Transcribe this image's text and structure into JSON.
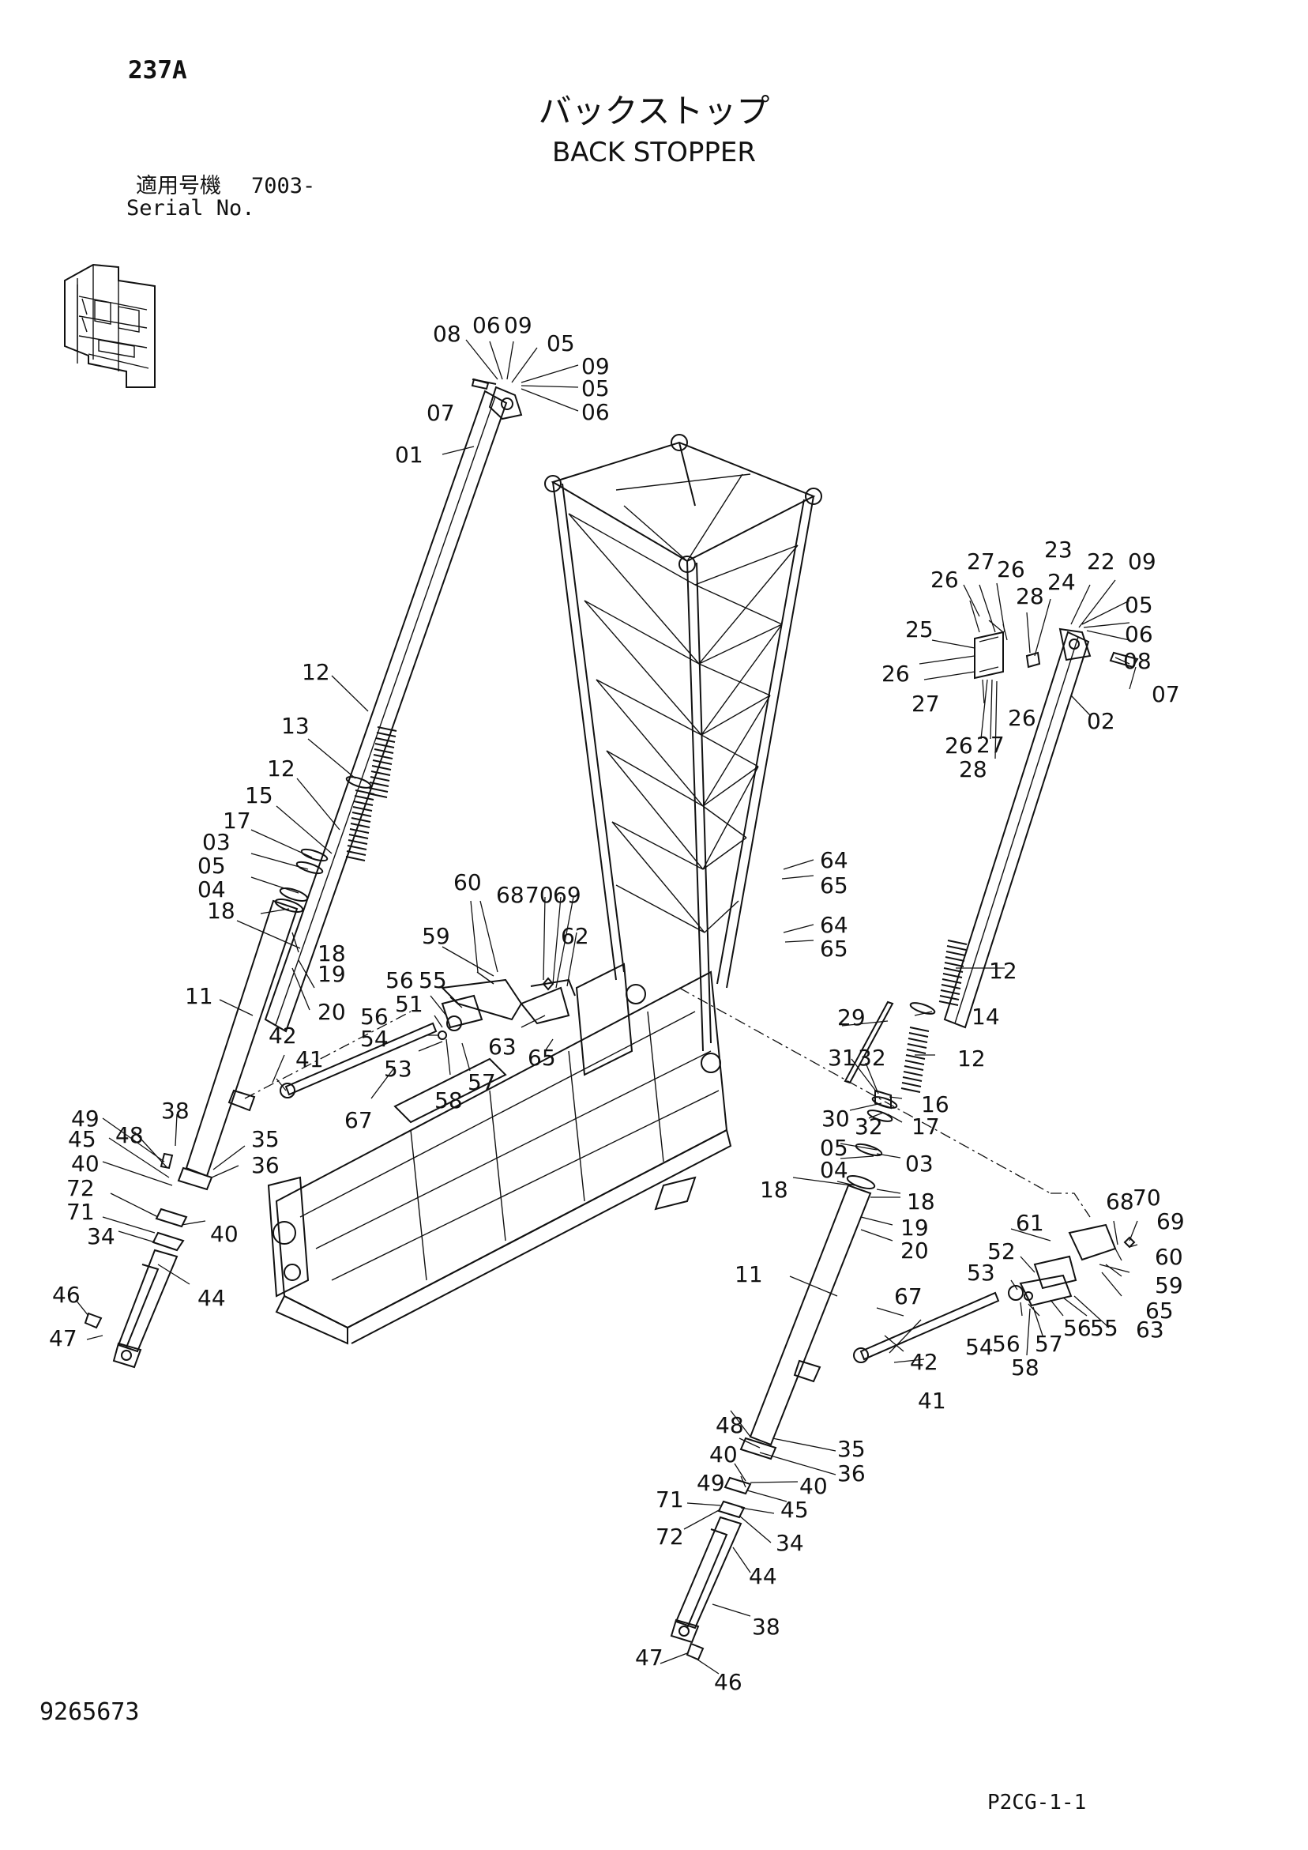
{
  "header": {
    "page_number": "237A",
    "title_jp": "バックストップ",
    "title_en": "BACK STOPPER",
    "serial_label_jp": "適用号機",
    "serial_label_en": "Serial No.",
    "serial_value": "7003-"
  },
  "footer": {
    "document_number": "9265673",
    "sheet_code": "P2CG-1-1"
  },
  "callouts": [
    "08",
    "06",
    "09",
    "05",
    "09",
    "05",
    "06",
    "07",
    "01",
    "12",
    "13",
    "12",
    "15",
    "17",
    "03",
    "05",
    "04",
    "18",
    "18",
    "19",
    "20",
    "11",
    "42",
    "41",
    "38",
    "49",
    "48",
    "45",
    "40",
    "72",
    "71",
    "34",
    "40",
    "35",
    "36",
    "44",
    "46",
    "47",
    "60",
    "68",
    "70",
    "69",
    "59",
    "56",
    "55",
    "62",
    "51",
    "56",
    "54",
    "63",
    "65",
    "53",
    "58",
    "57",
    "67",
    "64",
    "65",
    "64",
    "65",
    "27",
    "26",
    "23",
    "22",
    "09",
    "26",
    "28",
    "24",
    "05",
    "25",
    "06",
    "08",
    "26",
    "07",
    "27",
    "26",
    "02",
    "26",
    "27",
    "28",
    "12",
    "14",
    "29",
    "31",
    "32",
    "12",
    "16",
    "30",
    "32",
    "17",
    "05",
    "04",
    "03",
    "18",
    "18",
    "19",
    "20",
    "11",
    "68",
    "70",
    "61",
    "69",
    "52",
    "60",
    "53",
    "59",
    "65",
    "54",
    "56",
    "56",
    "55",
    "57",
    "63",
    "58",
    "67",
    "42",
    "41",
    "48",
    "40",
    "35",
    "49",
    "36",
    "40",
    "71",
    "45",
    "72",
    "34",
    "44",
    "38",
    "47",
    "46"
  ]
}
